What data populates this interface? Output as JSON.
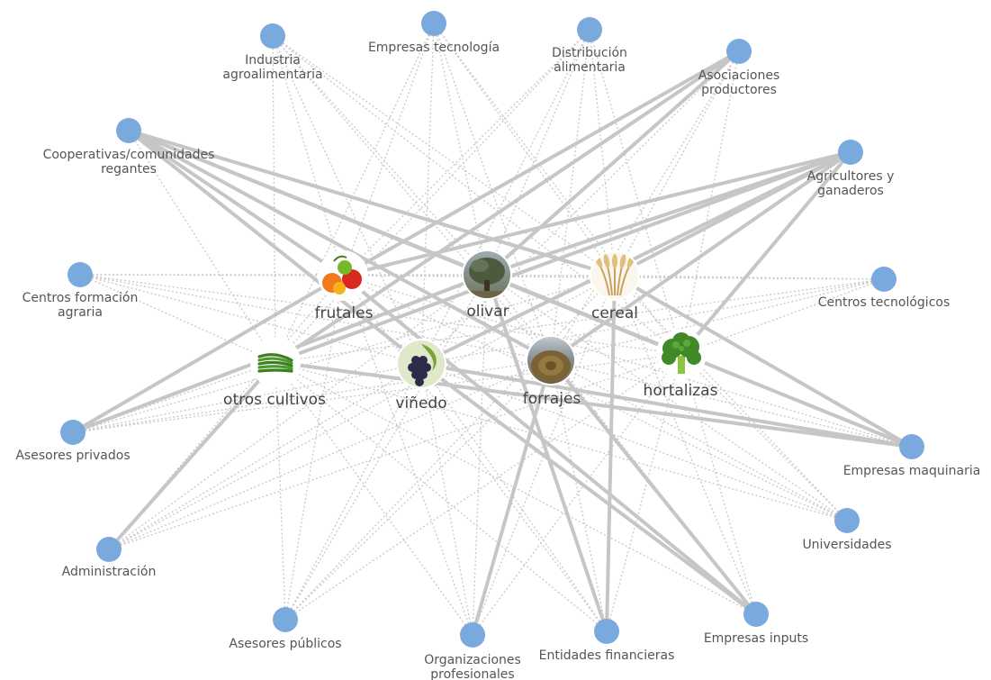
{
  "colors": {
    "stakeholder_node": "#7aa9de",
    "edge": "#c8c8c8",
    "label": "#555555"
  },
  "crops": [
    {
      "id": "frutales",
      "label": "frutales",
      "icon": "fruit-icon"
    },
    {
      "id": "olivar",
      "label": "olivar",
      "icon": "olive-tree-icon"
    },
    {
      "id": "cereal",
      "label": "cereal",
      "icon": "wheat-icon"
    },
    {
      "id": "otros_cultivos",
      "label": "otros cultivos",
      "icon": "green-beans-icon"
    },
    {
      "id": "vinedo",
      "label": "viñedo",
      "icon": "grapes-icon"
    },
    {
      "id": "forrajes",
      "label": "forrajes",
      "icon": "hay-bale-icon"
    },
    {
      "id": "hortalizas",
      "label": "hortalizas",
      "icon": "broccoli-icon"
    }
  ],
  "stakeholders": [
    {
      "id": "industria",
      "lines": [
        "Industria",
        "agroalimentaria"
      ]
    },
    {
      "id": "tecnologia",
      "lines": [
        "Empresas tecnología"
      ]
    },
    {
      "id": "distribucion",
      "lines": [
        "Distribución",
        "alimentaria"
      ]
    },
    {
      "id": "asociaciones",
      "lines": [
        "Asociaciones",
        "productores"
      ]
    },
    {
      "id": "cooperativas",
      "lines": [
        "Cooperativas/comunidades",
        "regantes"
      ]
    },
    {
      "id": "agricultores",
      "lines": [
        "Agricultores y",
        "ganaderos"
      ]
    },
    {
      "id": "formacion",
      "lines": [
        "Centros formación",
        "agraria"
      ]
    },
    {
      "id": "centros_tec",
      "lines": [
        "Centros tecnológicos"
      ]
    },
    {
      "id": "asesores_priv",
      "lines": [
        "Asesores privados"
      ]
    },
    {
      "id": "maquinaria",
      "lines": [
        "Empresas maquinaria"
      ]
    },
    {
      "id": "universidades",
      "lines": [
        "Universidades"
      ]
    },
    {
      "id": "administracion",
      "lines": [
        "Administración"
      ]
    },
    {
      "id": "asesores_pub",
      "lines": [
        "Asesores públicos"
      ]
    },
    {
      "id": "organizaciones",
      "lines": [
        "Organizaciones",
        "profesionales"
      ]
    },
    {
      "id": "financieras",
      "lines": [
        "Entidades financieras"
      ]
    },
    {
      "id": "inputs",
      "lines": [
        "Empresas inputs"
      ]
    }
  ],
  "strong_links": [
    [
      "cooperativas",
      "olivar"
    ],
    [
      "cooperativas",
      "cereal"
    ],
    [
      "cooperativas",
      "hortalizas"
    ],
    [
      "cooperativas",
      "forrajes"
    ],
    [
      "cooperativas",
      "vinedo"
    ],
    [
      "cooperativas",
      "frutales"
    ],
    [
      "agricultores",
      "frutales"
    ],
    [
      "agricultores",
      "olivar"
    ],
    [
      "agricultores",
      "cereal"
    ],
    [
      "agricultores",
      "otros_cultivos"
    ],
    [
      "agricultores",
      "vinedo"
    ],
    [
      "agricultores",
      "forrajes"
    ],
    [
      "agricultores",
      "hortalizas"
    ],
    [
      "asociaciones",
      "frutales"
    ],
    [
      "asociaciones",
      "olivar"
    ],
    [
      "asociaciones",
      "otros_cultivos"
    ],
    [
      "maquinaria",
      "olivar"
    ],
    [
      "maquinaria",
      "cereal"
    ],
    [
      "maquinaria",
      "otros_cultivos"
    ],
    [
      "maquinaria",
      "vinedo"
    ],
    [
      "inputs",
      "vinedo"
    ],
    [
      "inputs",
      "forrajes"
    ],
    [
      "inputs",
      "frutales"
    ],
    [
      "financieras",
      "cereal"
    ],
    [
      "financieras",
      "olivar"
    ],
    [
      "organizaciones",
      "forrajes"
    ],
    [
      "asesores_priv",
      "frutales"
    ],
    [
      "asesores_priv",
      "olivar"
    ],
    [
      "administracion",
      "otros_cultivos"
    ]
  ]
}
